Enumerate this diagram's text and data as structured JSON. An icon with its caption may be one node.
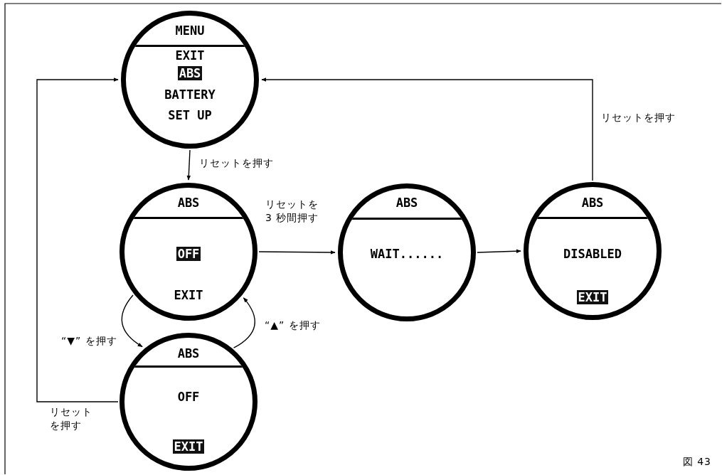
{
  "diagram": {
    "nodes": [
      {
        "text": [
          "MENU",
          "EXIT",
          "ABS",
          "BATTERY",
          "SET UP"
        ]
      },
      {
        "text": [
          "ABS",
          "OFF",
          "EXIT"
        ]
      },
      {
        "text": [
          "ABS",
          "WAIT......"
        ]
      },
      {
        "text": [
          "ABS",
          "DISABLED",
          "EXIT"
        ]
      },
      {
        "text": [
          "ABS",
          "OFF",
          "EXIT"
        ]
      }
    ],
    "edges": [
      {
        "from": 0,
        "to": 1,
        "arrow": "to",
        "label": "リセットを押す"
      },
      {
        "from": 1,
        "to": 2,
        "arrow": "to",
        "label": "リセットを3 秒間押す"
      },
      {
        "from": 2,
        "to": 3,
        "arrow": "to"
      },
      {
        "from": 3,
        "to": 0,
        "arrow": "to",
        "label": "リセットを押す"
      },
      {
        "from": 1,
        "to": 4,
        "arrow": "to",
        "label": "“▼” を押す"
      },
      {
        "from": 4,
        "to": 1,
        "arrow": "to",
        "label": "“▲” を押す"
      },
      {
        "from": 4,
        "to": 0,
        "arrow": "to",
        "label": "リセットを押す"
      }
    ],
    "labels": [
      "図 43"
    ]
  }
}
